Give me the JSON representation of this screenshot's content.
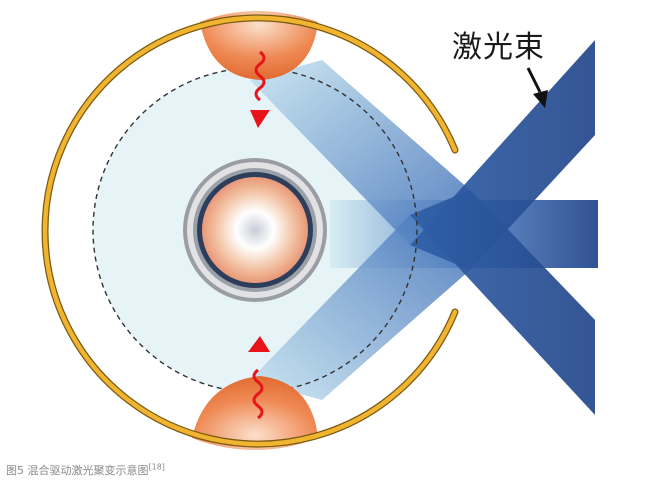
{
  "diagram": {
    "beam_label": "激光束",
    "caption_text": "图5 混合驱动激光聚变示意图",
    "caption_ref": "[18]"
  },
  "colors": {
    "hohlraum_ring": "#e0a020",
    "capsule_fill": "#f2c8a8",
    "beam_dark": "#2b4f96",
    "beam_light": "#bfe1ee",
    "wave": "#e8141a",
    "cap_spot": "#e8703a",
    "interior": "#e6f4f8"
  }
}
